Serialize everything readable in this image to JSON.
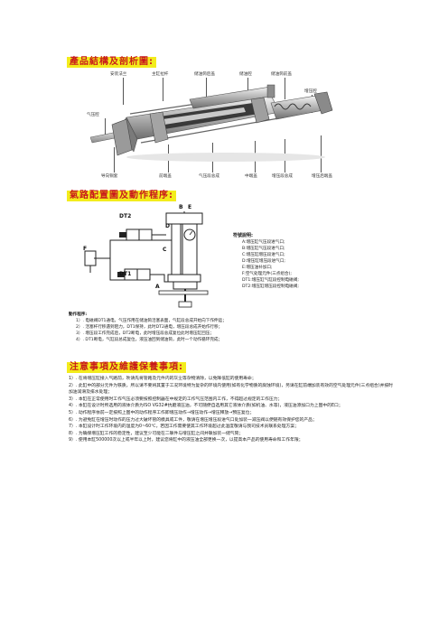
{
  "sections": {
    "structure_title": "產品結構及剖析圖:",
    "piping_title": "氣路配置圖及動作程序:",
    "notes_title": "注意事項及維護保養事項:"
  },
  "cutaway": {
    "top_labels": [
      "安装法兰",
      "主缸拉杆",
      "储油筒后盖",
      "储油腔",
      "储油筒前盖"
    ],
    "right_label": "增压腔",
    "left_label": "气压腔",
    "bottom_labels": [
      "导向铜套",
      "前端盖",
      "气压段总成",
      "中端盖",
      "增压段总成",
      "增压后端盖"
    ]
  },
  "circuit": {
    "labels": {
      "B": "B",
      "E": "E",
      "D": "D",
      "C": "C",
      "A": "A",
      "F": "F",
      "DT2": "DT2",
      "DT1": "DT1"
    }
  },
  "legend": {
    "title": "符號說明:",
    "items": [
      "A:增压缸气压段进气口;",
      "B:增压缸气压段进气口;",
      "C:增压缸增压段进气口;",
      "D:增压缸增压段进气口;",
      "E:增压油补加口;",
      "F:空气处理元件(三点组合);",
      "DT1:增压缸气缸段控制电磁阀;",
      "DT2:增压缸增压段控制电磁阀;"
    ]
  },
  "action": {
    "title": "動作程序:",
    "steps": [
      "1）. 电磁阀DT1通电，气压作用在储油筒活塞表面，气缸段总成开始向下作伸运；",
      "2）. 活塞杆行移遇到阻力，DT1保持，此时DT2通电，增压段总成开始作行移；",
      "3）. 增压段工作完成后，DT2断电，此时增压段总成复位此时增压缸回压；",
      "4）. DT1断电，气缸段总成复位，液压油回到储油筒，此时一个动作循环完成；"
    ]
  },
  "notes": {
    "items": [
      "1）. 在将增压缸接入气路前，吹请先将管路及元件内的灰尘等杂物清除，以免降低缸的使用寿命；",
      "2）. 此缸中的部分元件为铁质，所以请不要将其置于工况环境特为复杂的环境内使用(如有化学物质的腐蚀环境)，另请在缸前端加装有效的空气处理元件(三点组合)并按时加油润滑及排水处理；",
      "3）. 本缸在正常使用时工作气压必须要按照控制器在中规定的工作气压范围内工作，不得超过规定的工作压力；",
      "4）. 本缸在设计时所选用的液体介质为ISO VG32#抗磨液压油，不可随便自选用其它液体介质(如机油、水等)，液压油添加口为上图中的E口；",
      "5）. 动作程序依前一定按照上图中的动作程序工作即增压动作→增压动作→增压释放→预压复位；",
      "6）. 为避免缸在增压时动作的压力过大破坏管的模具或工件，敬请在增压增压段进气口处加装一减压阀以便随有效保护您的产品；",
      "7）. 本缸设计时工作环境内的温度为0~60℃，若因工作需要使其工作环境超过此温度敬请与我司技术员联系处理方案；",
      "8）. 为确保增压缸工作的稳定性，建议至少可能在二联件与增压缸之间并联加装一储气筒；",
      "9）. 使用本缸500000次以上或半年以上时，建议您将缸中的液压油全部更换一次，以提高本产品的使用寿命和工作年限；"
    ]
  }
}
